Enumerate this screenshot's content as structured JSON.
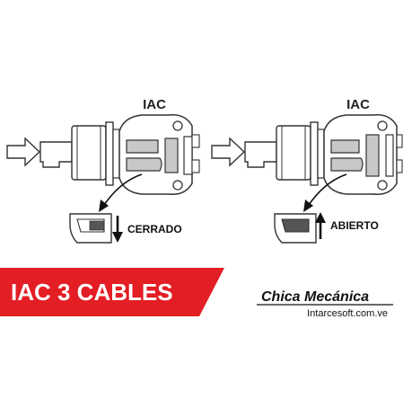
{
  "diagrams": [
    {
      "device_label": "IAC",
      "state_label": "CERRADO",
      "state_arrow": "down"
    },
    {
      "device_label": "IAC",
      "state_label": "ABIERTO",
      "state_arrow": "up"
    }
  ],
  "banner": {
    "title": "IAC 3 CABLES",
    "color": "#e31e24"
  },
  "brand": {
    "name": "Chica Mecánica",
    "site": "Intarcesoft.com.ve"
  }
}
